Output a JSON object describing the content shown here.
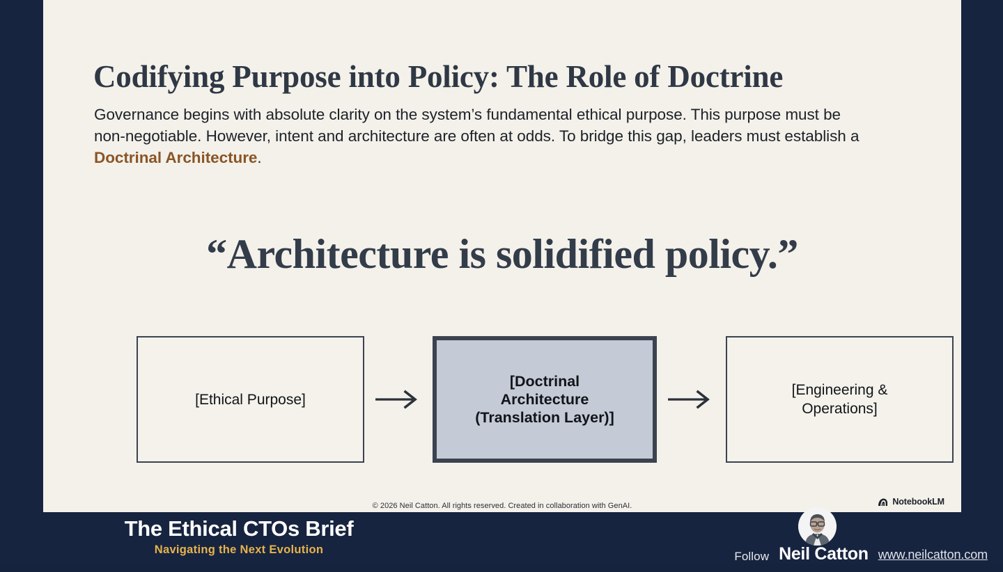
{
  "slide": {
    "title": "Codifying Purpose into Policy: The Role of Doctrine",
    "body": {
      "part1": "Governance begins with absolute clarity on the system’s fundamental ethical purpose. This purpose must be non-negotiable. However, intent and architecture are often at odds. To bridge this gap, leaders must establish a ",
      "accent": "Doctrinal Architecture",
      "part2": "."
    },
    "pull_quote": "“Architecture is solidified policy.”",
    "diagram": {
      "boxes": [
        {
          "label": "[Ethical Purpose]",
          "style": "plain"
        },
        {
          "label": "[Doctrinal Architecture (Translation Layer)]",
          "line1": "[Doctrinal",
          "line2": "Architecture",
          "line3": "(Translation Layer)]",
          "style": "highlight"
        },
        {
          "label": "[Engineering & Operations]",
          "line1": "[Engineering &",
          "line2": "Operations]",
          "style": "plain"
        }
      ],
      "arrows": [
        "arrow-right",
        "arrow-right"
      ]
    },
    "copyright": "© 2026 Neil Catton. All rights reserved. Created in collaboration with GenAI.",
    "notebooklm_label": "NotebookLM"
  },
  "bottom_bar": {
    "brand_title": "The Ethical CTOs Brief",
    "brand_subtitle": "Navigating the Next Evolution",
    "follow_label": "Follow",
    "person_name": "Neil Catton",
    "website": "www.neilcatton.com"
  },
  "colors": {
    "navy": "#172440",
    "slide_bg": "#f3f1ea",
    "title": "#2f3844",
    "accent_brown": "#8a5526",
    "gold": "#e7b34c",
    "box_border": "#3b4350",
    "box_highlight_fill": "#c4cad6"
  }
}
